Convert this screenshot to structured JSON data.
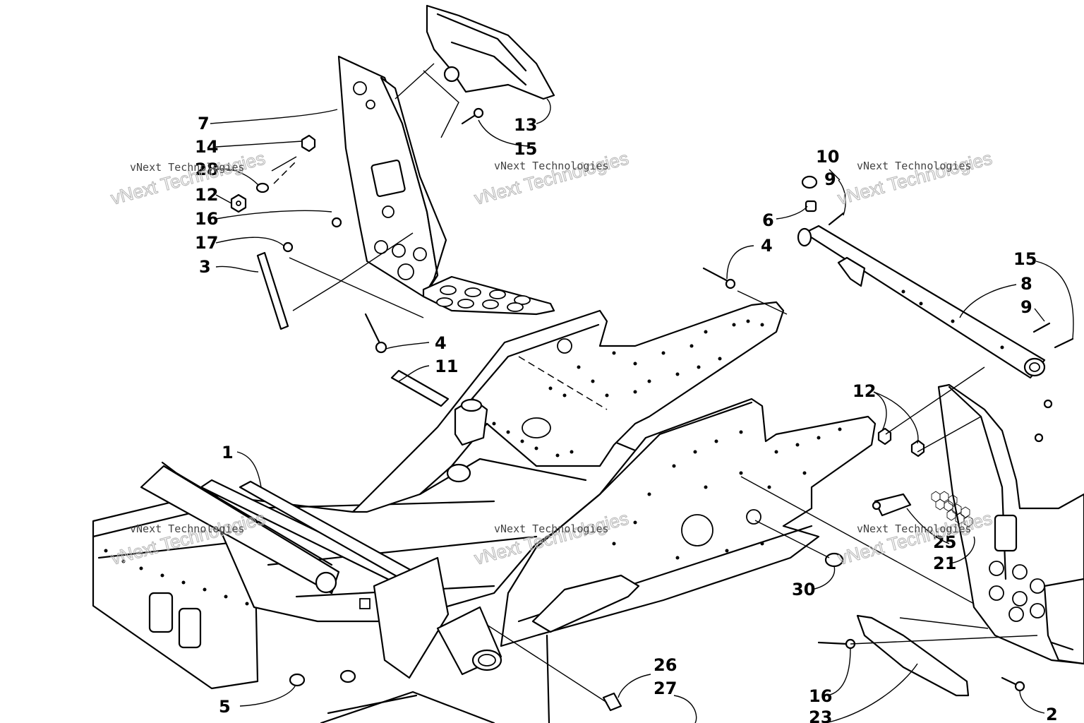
{
  "watermark": {
    "small": "vNext Technologies",
    "big": "vNext Technologies"
  },
  "callouts": [
    "7",
    "14",
    "28",
    "12",
    "16",
    "17",
    "3",
    "13",
    "15",
    "4",
    "11",
    "1",
    "5",
    "10",
    "9",
    "6",
    "4",
    "15",
    "8",
    "9",
    "12",
    "25",
    "21",
    "30",
    "26",
    "27",
    "16",
    "2",
    "23"
  ]
}
